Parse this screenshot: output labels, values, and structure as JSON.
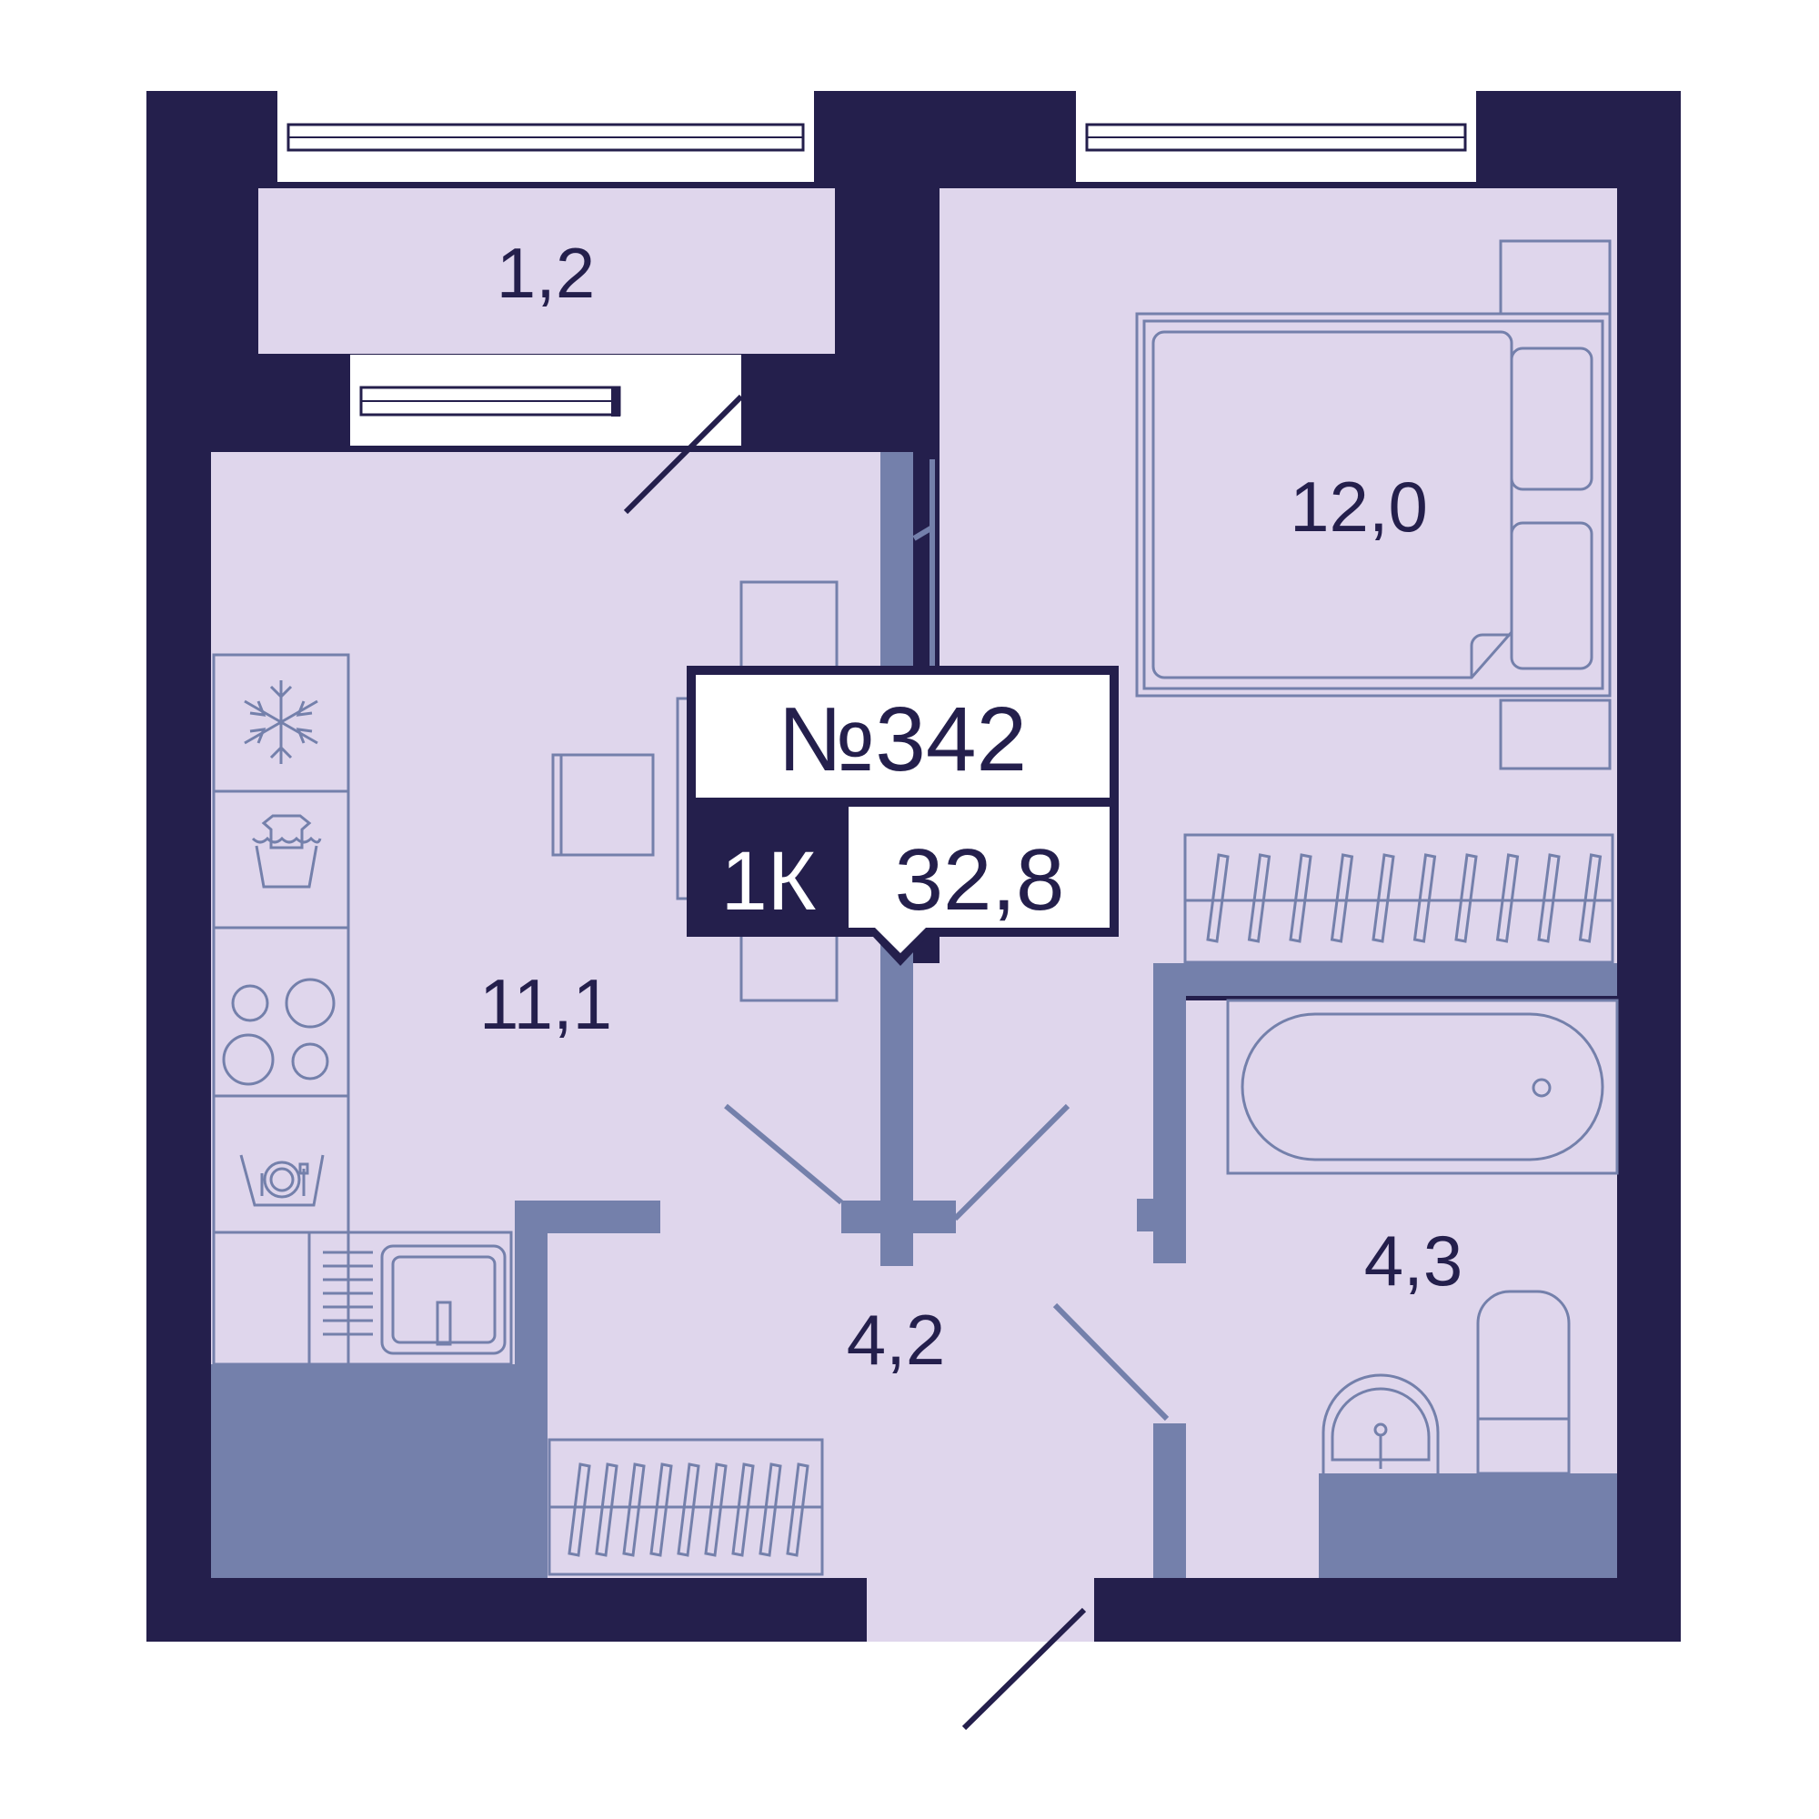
{
  "apartment": {
    "number": "№342",
    "type": "1К",
    "total_area": "32,8"
  },
  "rooms": [
    {
      "name": "balcony",
      "area": "1,2"
    },
    {
      "name": "bedroom",
      "area": "12,0"
    },
    {
      "name": "kitchen-living",
      "area": "11,1"
    },
    {
      "name": "hallway",
      "area": "4,2"
    },
    {
      "name": "bathroom",
      "area": "4,3"
    }
  ],
  "colors": {
    "wall": "#241f4c",
    "floor": "#dfd6ec",
    "partition": "#7480ab",
    "outline": "#7480ab",
    "window": "#ffffff"
  },
  "icons": [
    "fridge-snowflake-icon",
    "washing-machine-icon",
    "hob-icon",
    "dishwasher-icon",
    "sink-icon"
  ]
}
